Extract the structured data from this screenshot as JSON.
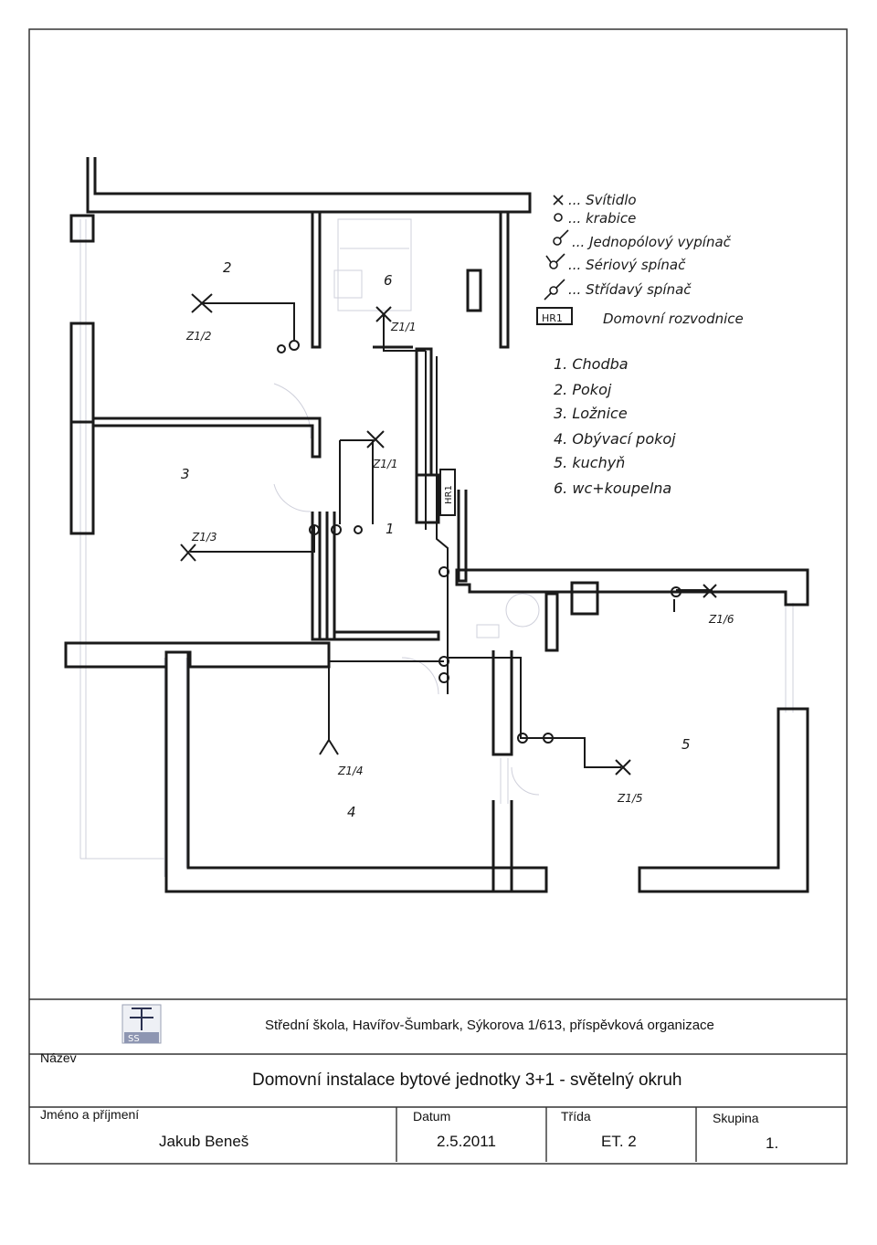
{
  "legend": {
    "items": [
      {
        "symbol": "X",
        "label": "Svítidlo"
      },
      {
        "symbol": "O",
        "label": "krabice"
      },
      {
        "symbol": "single-pole-switch",
        "label": "Jednopólový vypínač"
      },
      {
        "symbol": "series-switch",
        "label": "Sériový spínač"
      },
      {
        "symbol": "changeover-switch",
        "label": "Střídavý spínač"
      },
      {
        "symbol": "HR1",
        "label": "Domovní rozvodnice"
      }
    ],
    "dots": "...",
    "hr_label": "HR1"
  },
  "rooms": [
    {
      "num": "1.",
      "name": "Chodba"
    },
    {
      "num": "2.",
      "name": "Pokoj"
    },
    {
      "num": "3.",
      "name": "Ložnice"
    },
    {
      "num": "4.",
      "name": "Obývací pokoj"
    },
    {
      "num": "5.",
      "name": "kuchyň"
    },
    {
      "num": "6.",
      "name": "wc+koupelna"
    }
  ],
  "plan_labels": {
    "room_numbers": [
      "1",
      "2",
      "3",
      "4",
      "5",
      "6"
    ],
    "lights": [
      "Z1/1",
      "Z1/2",
      "Z1/3",
      "Z1/4",
      "Z1/5",
      "Z1/6"
    ],
    "hr_panel": "HR1"
  },
  "titleblock": {
    "school": "Střední škola, Havířov-Šumbark, Sýkorova 1/613, příspěvková organizace",
    "nazev_label": "Název",
    "title": "Domovní instalace bytové jednotky 3+1 - světelný okruh",
    "jmeno_label": "Jméno a příjmení",
    "jmeno_value": "Jakub Beneš",
    "datum_label": "Datum",
    "datum_value": "2.5.2011",
    "trida_label": "Třída",
    "trida_value": "ET. 2",
    "skupina_label": "Skupina",
    "skupina_value": "1.",
    "logo_text": "SS"
  },
  "colors": {
    "ink": "#1a1a1a",
    "faint": "#c8c8d4"
  }
}
